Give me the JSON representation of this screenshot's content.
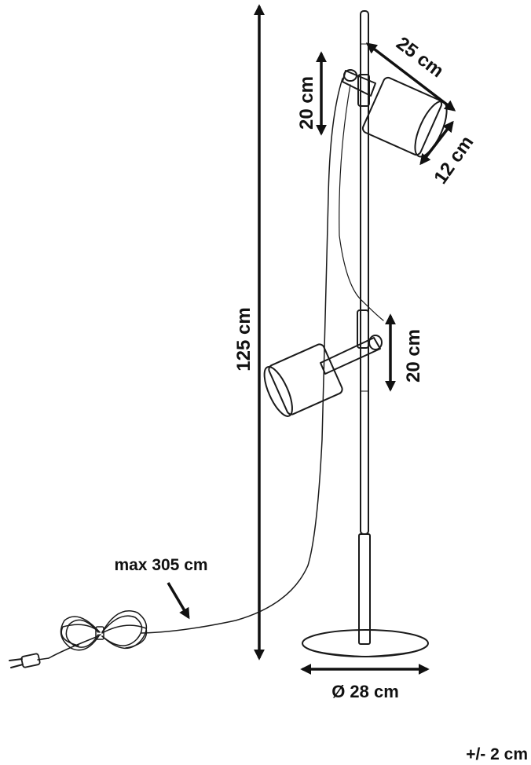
{
  "dimensions": {
    "height_total": "125 cm",
    "shade_length": "25 cm",
    "shade_diameter": "12 cm",
    "upper_arm_height": "20 cm",
    "lower_arm_height": "20 cm",
    "cable_length": "max 305 cm",
    "base_diameter": "Ø 28 cm",
    "tolerance": "+/- 2 cm"
  },
  "colors": {
    "line": "#1a1a1a",
    "background": "#ffffff"
  }
}
